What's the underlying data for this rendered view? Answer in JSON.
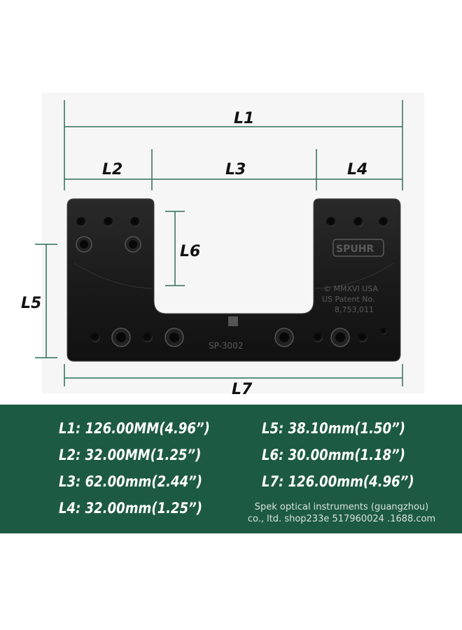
{
  "diagram": {
    "labels": {
      "L1": "L1",
      "L2": "L2",
      "L3": "L3",
      "L4": "L4",
      "L5": "L5",
      "L6": "L6",
      "L7": "L7"
    },
    "engravings": {
      "model": "SP-3002",
      "brand": "SPUHR",
      "patent_line1": "© MMXVI USA",
      "patent_line2": "US Patent No.",
      "patent_line3": "8,753,011"
    },
    "colors": {
      "dimension_line": "#2f6f59",
      "mount_body": "#1a1a1a",
      "band": "#1d5a44"
    }
  },
  "specs": {
    "left": [
      "L1: 126.00MM(4.96”)",
      "L2: 32.00MM(1.25”)",
      "L3: 62.00mm(2.44”)",
      "L4: 32.00mm(1.25”)"
    ],
    "right": [
      "L5: 38.10mm(1.50”)",
      "L6: 30.00mm(1.18”)",
      "L7: 126.00mm(4.96”)"
    ]
  },
  "footer": {
    "line1": "Spek optical instruments (guangzhou)",
    "line2": "co., ltd. shop233e 517960024 .1688.com"
  }
}
